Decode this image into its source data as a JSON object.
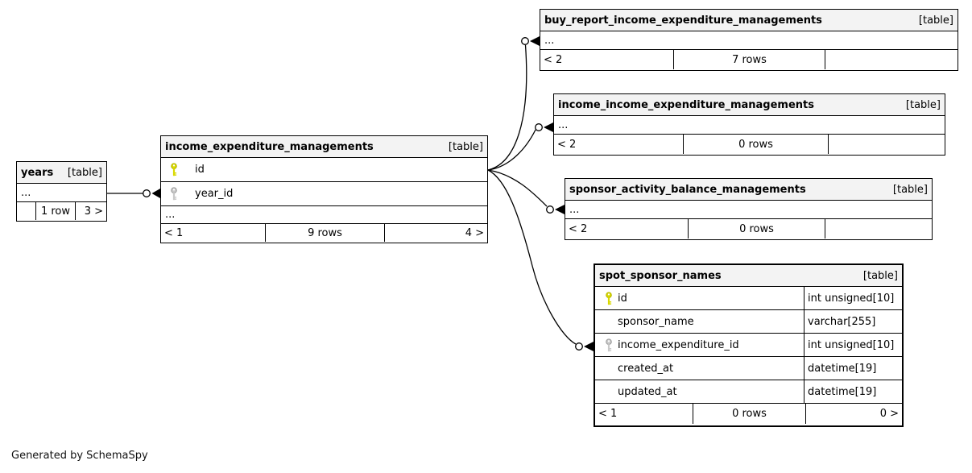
{
  "note": "Generated by SchemaSpy",
  "colors": {
    "primary_key": "#d9d900",
    "primary_key_stroke": "#b5b500",
    "foreign_key": "#c9c9c9",
    "foreign_key_stroke": "#9a9a9a",
    "header_bg": "#f3f3f3",
    "border": "#000000"
  },
  "tables": [
    {
      "name": "years",
      "tag": "[table]",
      "rows": [
        {
          "kind": "ellipsis",
          "label": "..."
        }
      ],
      "footer": [
        "",
        "1 row",
        "3 >"
      ]
    },
    {
      "name": "income_expenditure_managements",
      "tag": "[table]",
      "rows": [
        {
          "kind": "column",
          "key": "primary",
          "label": "id"
        },
        {
          "kind": "column",
          "key": "foreign",
          "label": "year_id"
        },
        {
          "kind": "ellipsis",
          "label": "..."
        }
      ],
      "footer": [
        "< 1",
        "9 rows",
        "4 >"
      ]
    },
    {
      "name": "buy_report_income_expenditure_managements",
      "tag": "[table]",
      "rows": [
        {
          "kind": "ellipsis",
          "label": "..."
        }
      ],
      "footer": [
        "< 2",
        "7 rows",
        ""
      ]
    },
    {
      "name": "income_income_expenditure_managements",
      "tag": "[table]",
      "rows": [
        {
          "kind": "ellipsis",
          "label": "..."
        }
      ],
      "footer": [
        "< 2",
        "0 rows",
        ""
      ]
    },
    {
      "name": "sponsor_activity_balance_managements",
      "tag": "[table]",
      "rows": [
        {
          "kind": "ellipsis",
          "label": "..."
        }
      ],
      "footer": [
        "< 2",
        "0 rows",
        ""
      ]
    },
    {
      "name": "spot_sponsor_names",
      "tag": "[table]",
      "rows": [
        {
          "kind": "column",
          "key": "primary",
          "label": "id",
          "type": "int unsigned[10]"
        },
        {
          "kind": "column",
          "key": null,
          "label": "sponsor_name",
          "type": "varchar[255]"
        },
        {
          "kind": "column",
          "key": "foreign",
          "label": "income_expenditure_id",
          "type": "int unsigned[10]"
        },
        {
          "kind": "column",
          "key": null,
          "label": "created_at",
          "type": "datetime[19]"
        },
        {
          "kind": "column",
          "key": null,
          "label": "updated_at",
          "type": "datetime[19]"
        }
      ],
      "footer": [
        "< 1",
        "0 rows",
        "0 >"
      ]
    }
  ],
  "relationships": [
    {
      "from": "years",
      "to": "income_expenditure_managements.year_id"
    },
    {
      "from": "income_expenditure_managements.id",
      "to": "buy_report_income_expenditure_managements"
    },
    {
      "from": "income_expenditure_managements.id",
      "to": "income_income_expenditure_managements"
    },
    {
      "from": "income_expenditure_managements.id",
      "to": "sponsor_activity_balance_managements"
    },
    {
      "from": "income_expenditure_managements.id",
      "to": "spot_sponsor_names.income_expenditure_id"
    }
  ]
}
